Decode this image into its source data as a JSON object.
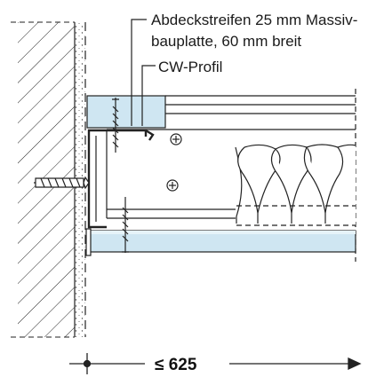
{
  "labels": {
    "cover_strip_line1": "Abdeckstreifen 25 mm Massiv-",
    "cover_strip_line2": "bauplatte, 60 mm breit",
    "cw_profile": "CW-Profil"
  },
  "dimension": {
    "text": "≤ 625"
  },
  "colors": {
    "board": "#cfe6f2",
    "board_edge": "#6aa6c4",
    "stroke": "#222222",
    "insulation_fill": "#ffffff"
  },
  "icons": [
    "wall-hatch",
    "screw-icon",
    "anchor-dowel-icon",
    "arrow-right-icon"
  ]
}
